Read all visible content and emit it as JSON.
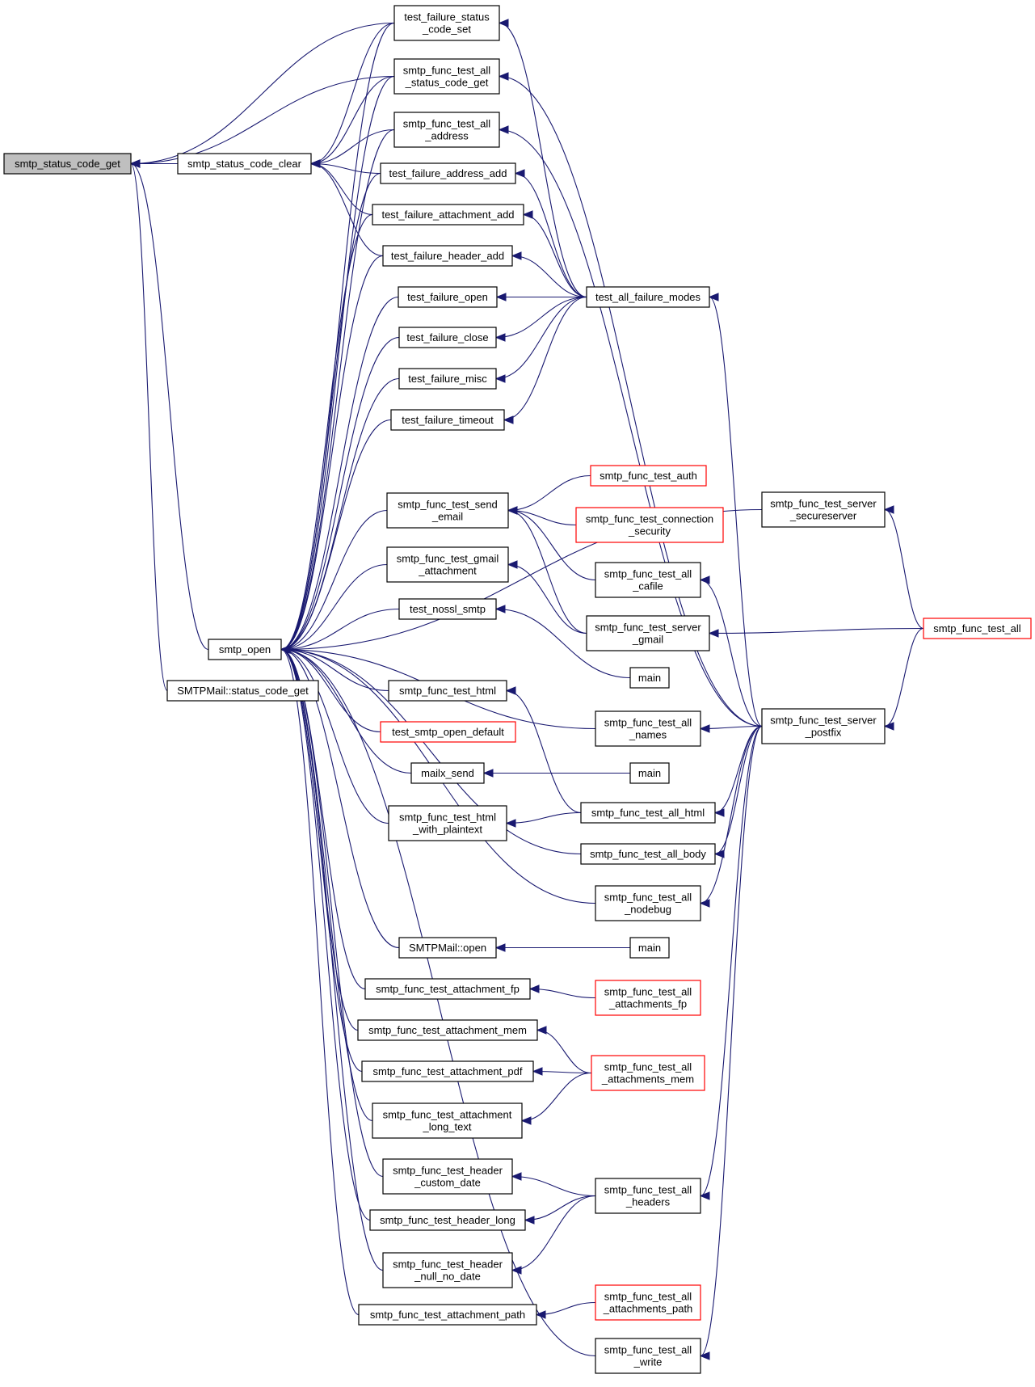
{
  "graph": {
    "colors": {
      "edge": "#191970",
      "node_border": "#000000",
      "node_border_truncated": "#ff0000",
      "highlight_fill": "#bfbfbf",
      "node_fill": "#ffffff"
    },
    "nodes": [
      {
        "id": "smtp_status_code_get",
        "lines": [
          "smtp_status_code_get"
        ],
        "highlight": true
      },
      {
        "id": "smtp_status_code_clear",
        "lines": [
          "smtp_status_code_clear"
        ]
      },
      {
        "id": "smtp_open",
        "lines": [
          "smtp_open"
        ]
      },
      {
        "id": "SMTPMail_status_code_get",
        "lines": [
          "SMTPMail::status_code_get"
        ]
      },
      {
        "id": "test_failure_status_code_set",
        "lines": [
          "test_failure_status",
          "_code_set"
        ]
      },
      {
        "id": "smtp_func_test_all_status_code_get",
        "lines": [
          "smtp_func_test_all",
          "_status_code_get"
        ]
      },
      {
        "id": "smtp_func_test_all_address",
        "lines": [
          "smtp_func_test_all",
          "_address"
        ]
      },
      {
        "id": "test_failure_address_add",
        "lines": [
          "test_failure_address_add"
        ]
      },
      {
        "id": "test_failure_attachment_add",
        "lines": [
          "test_failure_attachment_add"
        ]
      },
      {
        "id": "test_failure_header_add",
        "lines": [
          "test_failure_header_add"
        ]
      },
      {
        "id": "test_failure_open",
        "lines": [
          "test_failure_open"
        ]
      },
      {
        "id": "test_failure_close",
        "lines": [
          "test_failure_close"
        ]
      },
      {
        "id": "test_failure_misc",
        "lines": [
          "test_failure_misc"
        ]
      },
      {
        "id": "test_failure_timeout",
        "lines": [
          "test_failure_timeout"
        ]
      },
      {
        "id": "smtp_func_test_send_email",
        "lines": [
          "smtp_func_test_send",
          "_email"
        ]
      },
      {
        "id": "smtp_func_test_gmail_attachment",
        "lines": [
          "smtp_func_test_gmail",
          "_attachment"
        ]
      },
      {
        "id": "test_nossl_smtp",
        "lines": [
          "test_nossl_smtp"
        ]
      },
      {
        "id": "smtp_func_test_html",
        "lines": [
          "smtp_func_test_html"
        ]
      },
      {
        "id": "test_smtp_open_default",
        "lines": [
          "test_smtp_open_default"
        ],
        "truncated": true
      },
      {
        "id": "mailx_send",
        "lines": [
          "mailx_send"
        ]
      },
      {
        "id": "smtp_func_test_html_with_plaintext",
        "lines": [
          "smtp_func_test_html",
          "_with_plaintext"
        ]
      },
      {
        "id": "SMTPMail_open",
        "lines": [
          "SMTPMail::open"
        ]
      },
      {
        "id": "smtp_func_test_attachment_fp",
        "lines": [
          "smtp_func_test_attachment_fp"
        ]
      },
      {
        "id": "smtp_func_test_attachment_mem",
        "lines": [
          "smtp_func_test_attachment_mem"
        ]
      },
      {
        "id": "smtp_func_test_attachment_pdf",
        "lines": [
          "smtp_func_test_attachment_pdf"
        ]
      },
      {
        "id": "smtp_func_test_attachment_long_text",
        "lines": [
          "smtp_func_test_attachment",
          "_long_text"
        ]
      },
      {
        "id": "smtp_func_test_header_custom_date",
        "lines": [
          "smtp_func_test_header",
          "_custom_date"
        ]
      },
      {
        "id": "smtp_func_test_header_long",
        "lines": [
          "smtp_func_test_header_long"
        ]
      },
      {
        "id": "smtp_func_test_header_null_no_date",
        "lines": [
          "smtp_func_test_header",
          "_null_no_date"
        ]
      },
      {
        "id": "smtp_func_test_attachment_path",
        "lines": [
          "smtp_func_test_attachment_path"
        ]
      },
      {
        "id": "test_all_failure_modes",
        "lines": [
          "test_all_failure_modes"
        ]
      },
      {
        "id": "smtp_func_test_auth",
        "lines": [
          "smtp_func_test_auth"
        ],
        "truncated": true
      },
      {
        "id": "smtp_func_test_connection_security",
        "lines": [
          "smtp_func_test_connection",
          "_security"
        ],
        "truncated": true
      },
      {
        "id": "smtp_func_test_all_cafile",
        "lines": [
          "smtp_func_test_all",
          "_cafile"
        ]
      },
      {
        "id": "smtp_func_test_server_gmail",
        "lines": [
          "smtp_func_test_server",
          "_gmail"
        ]
      },
      {
        "id": "main_1",
        "lines": [
          "main"
        ]
      },
      {
        "id": "smtp_func_test_all_names",
        "lines": [
          "smtp_func_test_all",
          "_names"
        ]
      },
      {
        "id": "main_2",
        "lines": [
          "main"
        ]
      },
      {
        "id": "smtp_func_test_all_html",
        "lines": [
          "smtp_func_test_all_html"
        ]
      },
      {
        "id": "smtp_func_test_all_body",
        "lines": [
          "smtp_func_test_all_body"
        ]
      },
      {
        "id": "smtp_func_test_all_nodebug",
        "lines": [
          "smtp_func_test_all",
          "_nodebug"
        ]
      },
      {
        "id": "main_3",
        "lines": [
          "main"
        ]
      },
      {
        "id": "smtp_func_test_all_attachments_fp",
        "lines": [
          "smtp_func_test_all",
          "_attachments_fp"
        ],
        "truncated": true
      },
      {
        "id": "smtp_func_test_all_attachments_mem",
        "lines": [
          "smtp_func_test_all",
          "_attachments_mem"
        ],
        "truncated": true
      },
      {
        "id": "smtp_func_test_all_headers",
        "lines": [
          "smtp_func_test_all",
          "_headers"
        ]
      },
      {
        "id": "smtp_func_test_all_attachments_path",
        "lines": [
          "smtp_func_test_all",
          "_attachments_path"
        ],
        "truncated": true
      },
      {
        "id": "smtp_func_test_all_write",
        "lines": [
          "smtp_func_test_all",
          "_write"
        ]
      },
      {
        "id": "smtp_func_test_server_secureserver",
        "lines": [
          "smtp_func_test_server",
          "_secureserver"
        ]
      },
      {
        "id": "smtp_func_test_server_postfix",
        "lines": [
          "smtp_func_test_server",
          "_postfix"
        ]
      },
      {
        "id": "smtp_func_test_all",
        "lines": [
          "smtp_func_test_all"
        ],
        "truncated": true
      }
    ],
    "edges": [
      [
        "smtp_status_code_clear",
        "smtp_status_code_get"
      ],
      [
        "smtp_open",
        "smtp_status_code_get"
      ],
      [
        "SMTPMail_status_code_get",
        "smtp_status_code_get"
      ],
      [
        "test_failure_status_code_set",
        "smtp_status_code_get"
      ],
      [
        "smtp_func_test_all_status_code_get",
        "smtp_status_code_get"
      ],
      [
        "test_failure_status_code_set",
        "smtp_status_code_clear"
      ],
      [
        "smtp_func_test_all_status_code_get",
        "smtp_status_code_clear"
      ],
      [
        "smtp_func_test_all_address",
        "smtp_status_code_clear"
      ],
      [
        "test_failure_address_add",
        "smtp_status_code_clear"
      ],
      [
        "test_failure_attachment_add",
        "smtp_status_code_clear"
      ],
      [
        "test_failure_header_add",
        "smtp_status_code_clear"
      ],
      [
        "test_failure_status_code_set",
        "smtp_open"
      ],
      [
        "smtp_func_test_all_status_code_get",
        "smtp_open"
      ],
      [
        "smtp_func_test_all_address",
        "smtp_open"
      ],
      [
        "test_failure_address_add",
        "smtp_open"
      ],
      [
        "test_failure_attachment_add",
        "smtp_open"
      ],
      [
        "test_failure_header_add",
        "smtp_open"
      ],
      [
        "test_failure_open",
        "smtp_open"
      ],
      [
        "test_failure_close",
        "smtp_open"
      ],
      [
        "test_failure_misc",
        "smtp_open"
      ],
      [
        "test_failure_timeout",
        "smtp_open"
      ],
      [
        "smtp_func_test_send_email",
        "smtp_open"
      ],
      [
        "smtp_func_test_gmail_attachment",
        "smtp_open"
      ],
      [
        "test_nossl_smtp",
        "smtp_open"
      ],
      [
        "smtp_func_test_html",
        "smtp_open"
      ],
      [
        "test_smtp_open_default",
        "smtp_open"
      ],
      [
        "mailx_send",
        "smtp_open"
      ],
      [
        "smtp_func_test_html_with_plaintext",
        "smtp_open"
      ],
      [
        "SMTPMail_open",
        "smtp_open"
      ],
      [
        "smtp_func_test_attachment_fp",
        "smtp_open"
      ],
      [
        "smtp_func_test_attachment_mem",
        "smtp_open"
      ],
      [
        "smtp_func_test_attachment_pdf",
        "smtp_open"
      ],
      [
        "smtp_func_test_attachment_long_text",
        "smtp_open"
      ],
      [
        "smtp_func_test_header_custom_date",
        "smtp_open"
      ],
      [
        "smtp_func_test_header_long",
        "smtp_open"
      ],
      [
        "smtp_func_test_header_null_no_date",
        "smtp_open"
      ],
      [
        "smtp_func_test_attachment_path",
        "smtp_open"
      ],
      [
        "smtp_func_test_server_secureserver",
        "smtp_open"
      ],
      [
        "smtp_func_test_all_names",
        "smtp_open"
      ],
      [
        "smtp_func_test_all_body",
        "smtp_open"
      ],
      [
        "smtp_func_test_all_nodebug",
        "smtp_open"
      ],
      [
        "smtp_func_test_all_write",
        "smtp_open"
      ],
      [
        "test_all_failure_modes",
        "test_failure_status_code_set"
      ],
      [
        "test_all_failure_modes",
        "test_failure_address_add"
      ],
      [
        "test_all_failure_modes",
        "test_failure_attachment_add"
      ],
      [
        "test_all_failure_modes",
        "test_failure_header_add"
      ],
      [
        "test_all_failure_modes",
        "test_failure_open"
      ],
      [
        "test_all_failure_modes",
        "test_failure_close"
      ],
      [
        "test_all_failure_modes",
        "test_failure_misc"
      ],
      [
        "test_all_failure_modes",
        "test_failure_timeout"
      ],
      [
        "smtp_func_test_server_postfix",
        "smtp_func_test_all_status_code_get"
      ],
      [
        "smtp_func_test_server_postfix",
        "smtp_func_test_all_address"
      ],
      [
        "smtp_func_test_server_postfix",
        "test_all_failure_modes"
      ],
      [
        "smtp_func_test_auth",
        "smtp_func_test_send_email"
      ],
      [
        "smtp_func_test_connection_security",
        "smtp_func_test_send_email"
      ],
      [
        "smtp_func_test_all_cafile",
        "smtp_func_test_send_email"
      ],
      [
        "smtp_func_test_server_gmail",
        "smtp_func_test_send_email"
      ],
      [
        "smtp_func_test_server_gmail",
        "smtp_func_test_gmail_attachment"
      ],
      [
        "main_1",
        "test_nossl_smtp"
      ],
      [
        "smtp_func_test_all_html",
        "smtp_func_test_html"
      ],
      [
        "main_2",
        "mailx_send"
      ],
      [
        "smtp_func_test_all_html",
        "smtp_func_test_html_with_plaintext"
      ],
      [
        "main_3",
        "SMTPMail_open"
      ],
      [
        "smtp_func_test_all_attachments_fp",
        "smtp_func_test_attachment_fp"
      ],
      [
        "smtp_func_test_all_attachments_mem",
        "smtp_func_test_attachment_mem"
      ],
      [
        "smtp_func_test_all_attachments_mem",
        "smtp_func_test_attachment_pdf"
      ],
      [
        "smtp_func_test_all_attachments_mem",
        "smtp_func_test_attachment_long_text"
      ],
      [
        "smtp_func_test_all_headers",
        "smtp_func_test_header_custom_date"
      ],
      [
        "smtp_func_test_all_headers",
        "smtp_func_test_header_long"
      ],
      [
        "smtp_func_test_all_headers",
        "smtp_func_test_header_null_no_date"
      ],
      [
        "smtp_func_test_all_attachments_path",
        "smtp_func_test_attachment_path"
      ],
      [
        "smtp_func_test_server_postfix",
        "smtp_func_test_all_cafile"
      ],
      [
        "smtp_func_test_all",
        "smtp_func_test_server_gmail"
      ],
      [
        "smtp_func_test_server_postfix",
        "smtp_func_test_all_names"
      ],
      [
        "smtp_func_test_server_postfix",
        "smtp_func_test_all_html"
      ],
      [
        "smtp_func_test_server_postfix",
        "smtp_func_test_all_body"
      ],
      [
        "smtp_func_test_server_postfix",
        "smtp_func_test_all_nodebug"
      ],
      [
        "smtp_func_test_server_postfix",
        "smtp_func_test_all_headers"
      ],
      [
        "smtp_func_test_server_postfix",
        "smtp_func_test_all_write"
      ],
      [
        "smtp_func_test_all",
        "smtp_func_test_server_secureserver"
      ],
      [
        "smtp_func_test_all",
        "smtp_func_test_server_postfix"
      ]
    ]
  }
}
